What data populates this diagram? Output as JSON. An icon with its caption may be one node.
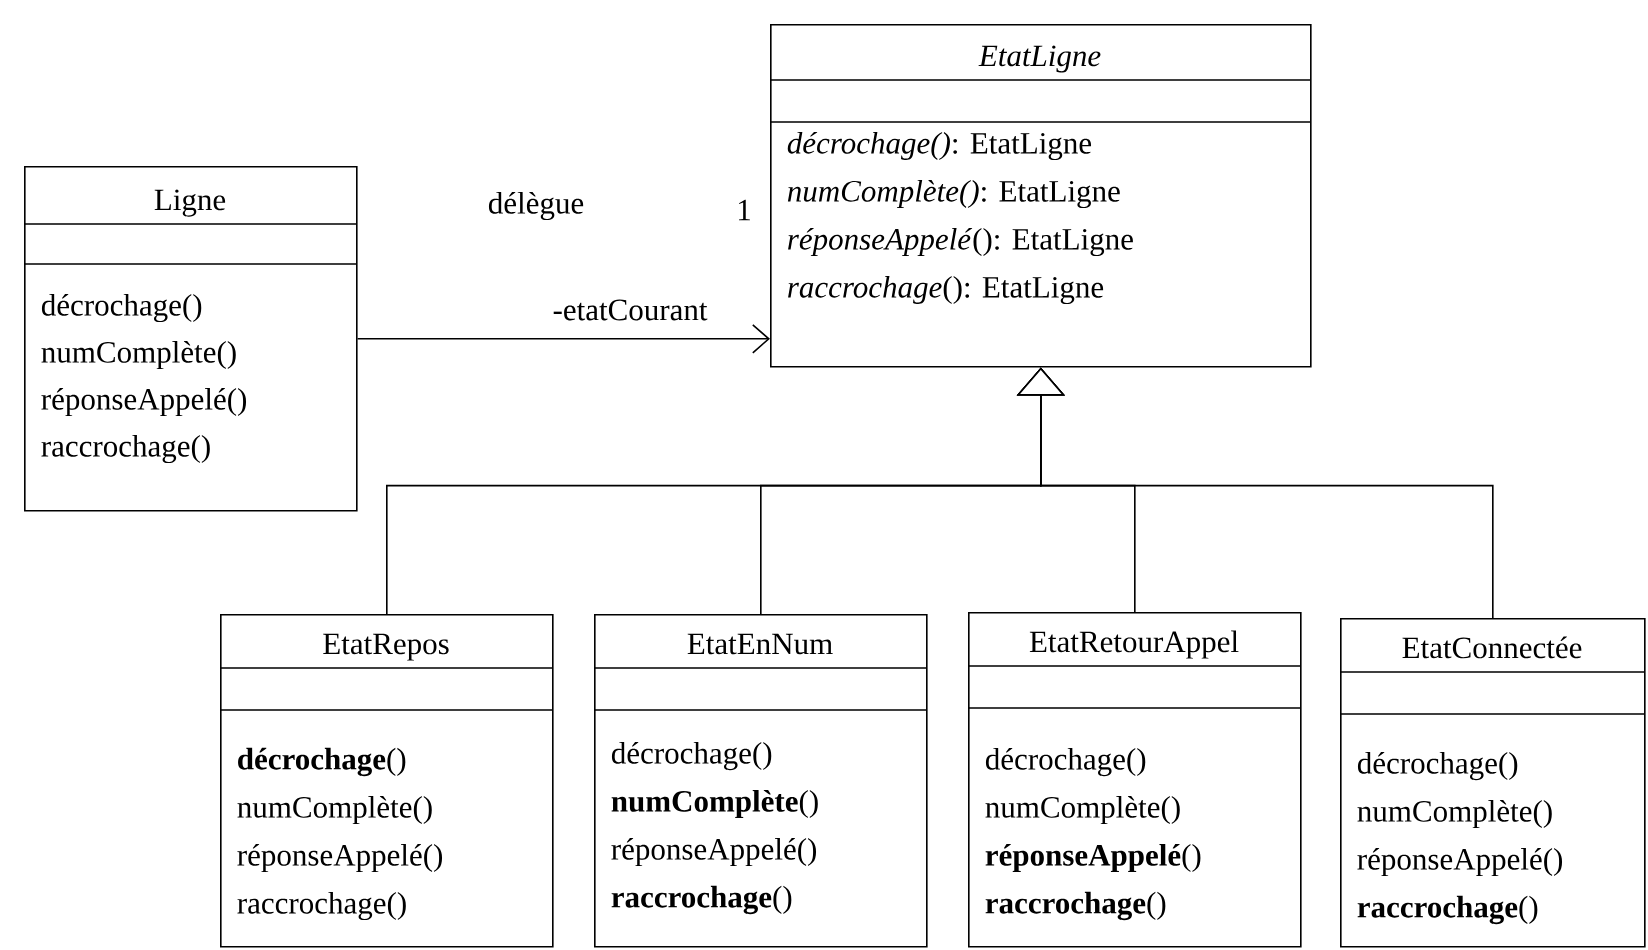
{
  "diagram": {
    "nodes": [
      {
        "text": [
          "Ligne",
          "décrochage()",
          "numComplète()",
          "réponseAppelé()",
          "raccrochage()"
        ]
      },
      {
        "text": [
          "EtatLigne",
          "*décrochage()*: EtatLigne",
          "*numComplète()*: EtatLigne",
          "*réponseAppelé*(): EtatLigne",
          "*raccrochage*(): EtatLigne"
        ]
      },
      {
        "text": [
          "EtatRepos",
          "**décrochage**()",
          "numComplète()",
          "réponseAppelé()",
          "raccrochage()"
        ]
      },
      {
        "text": [
          "EtatEnNum",
          "décrochage()",
          "**numComplète**()",
          "réponseAppelé()",
          "**raccrochage**()"
        ]
      },
      {
        "text": [
          "EtatRetourAppel",
          "décrochage()",
          "numComplète()",
          "**réponseAppelé**()",
          "**raccrochage**()"
        ]
      },
      {
        "text": [
          "EtatConnectée",
          "décrochage()",
          "numComplète()",
          "réponseAppelé()",
          "**raccrochage**()"
        ]
      }
    ],
    "edges": [
      {
        "from": 0,
        "to": 1,
        "arrow": "to",
        "label": "délègue"
      },
      {
        "from": 2,
        "to": 1,
        "arrow": "to"
      },
      {
        "from": 3,
        "to": 1,
        "arrow": "to"
      },
      {
        "from": 4,
        "to": 1,
        "arrow": "to"
      },
      {
        "from": 5,
        "to": 1,
        "arrow": "to"
      }
    ],
    "labels": [
      "1",
      "-etatCourant"
    ]
  }
}
